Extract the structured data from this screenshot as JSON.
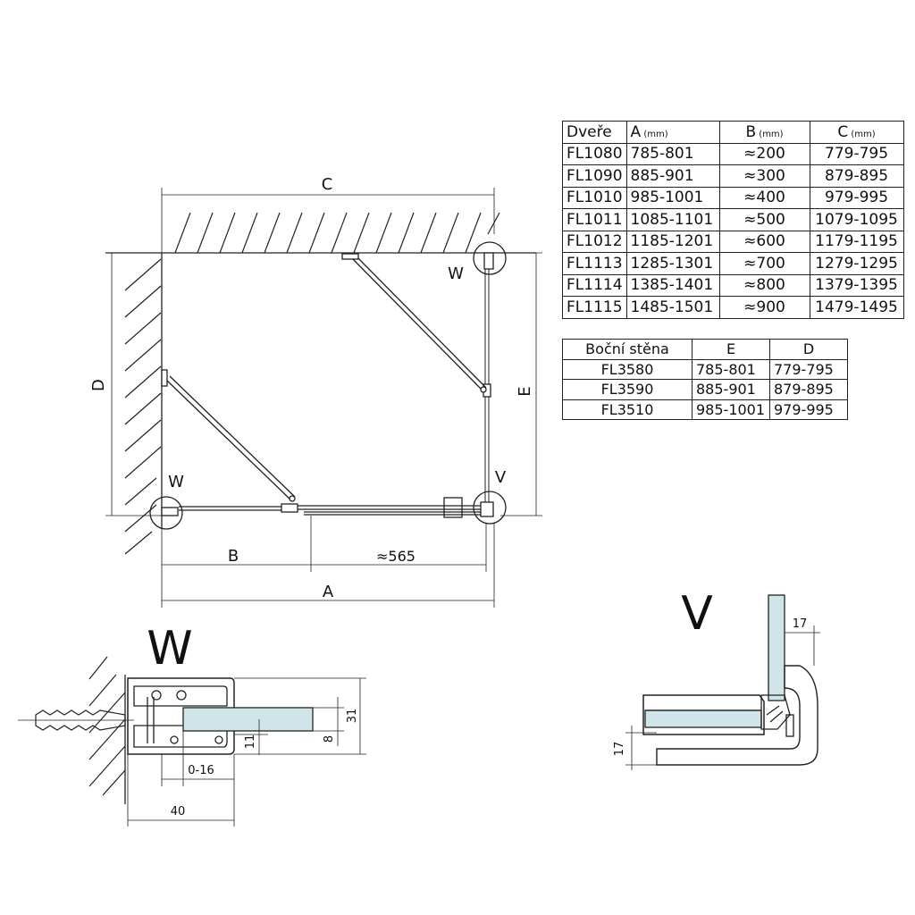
{
  "plan": {
    "dim_c": "C",
    "dim_d": "D",
    "dim_e": "E",
    "dim_a": "A",
    "dim_b": "B",
    "dim_565": "≈565",
    "label_w_top": "W",
    "label_w_bottom": "W",
    "label_v": "V"
  },
  "doors_table": {
    "headers": [
      {
        "main": "Dveře",
        "unit": ""
      },
      {
        "main": "A",
        "unit": " (mm)"
      },
      {
        "main": "B",
        "unit": " (mm)"
      },
      {
        "main": "C",
        "unit": " (mm)"
      }
    ],
    "rows": [
      [
        "FL1080",
        "785-801",
        "≈200",
        "779-795"
      ],
      [
        "FL1090",
        "885-901",
        "≈300",
        "879-895"
      ],
      [
        "FL1010",
        "985-1001",
        "≈400",
        "979-995"
      ],
      [
        "FL1011",
        "1085-1101",
        "≈500",
        "1079-1095"
      ],
      [
        "FL1012",
        "1185-1201",
        "≈600",
        "1179-1195"
      ],
      [
        "FL1113",
        "1285-1301",
        "≈700",
        "1279-1295"
      ],
      [
        "FL1114",
        "1385-1401",
        "≈800",
        "1379-1395"
      ],
      [
        "FL1115",
        "1485-1501",
        "≈900",
        "1479-1495"
      ]
    ]
  },
  "side_table": {
    "headers": [
      "Boční stěna",
      "E",
      "D"
    ],
    "rows": [
      [
        "FL3580",
        "785-801",
        "779-795"
      ],
      [
        "FL3590",
        "885-901",
        "879-895"
      ],
      [
        "FL3510",
        "985-1001",
        "979-995"
      ]
    ]
  },
  "detail_w": {
    "title": "W",
    "dim_31": "31",
    "dim_8": "8",
    "dim_11": "11",
    "dim_0_16": "0-16",
    "dim_40": "40"
  },
  "detail_v": {
    "title": "V",
    "dim_17_top": "17",
    "dim_17_left": "17"
  },
  "colors": {
    "line": "#222222",
    "glass": "#cfe5ea"
  }
}
